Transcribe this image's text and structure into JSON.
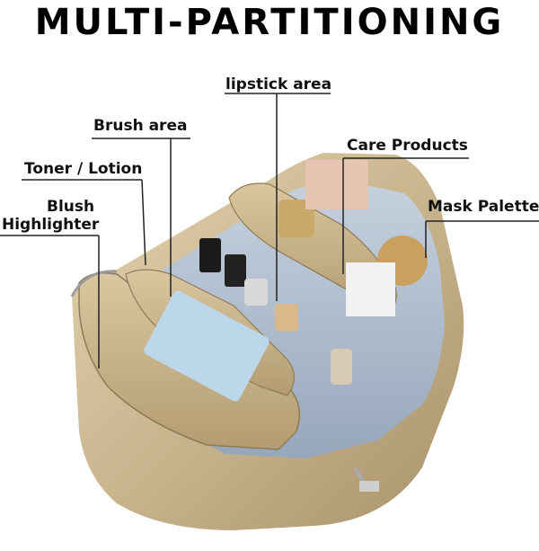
{
  "title": "MULTI-PARTITIONING",
  "labels": {
    "lipstick": "lipstick area",
    "brush": "Brush area",
    "care": "Care Products",
    "toner": "Toner / Lotion",
    "mask": "Mask Palette",
    "blush_line1": "Blush",
    "blush_line2": "Highlighter"
  },
  "colors": {
    "bag_gold": "#c9b58e",
    "lining": "#a9b7c9",
    "text": "#111111"
  }
}
